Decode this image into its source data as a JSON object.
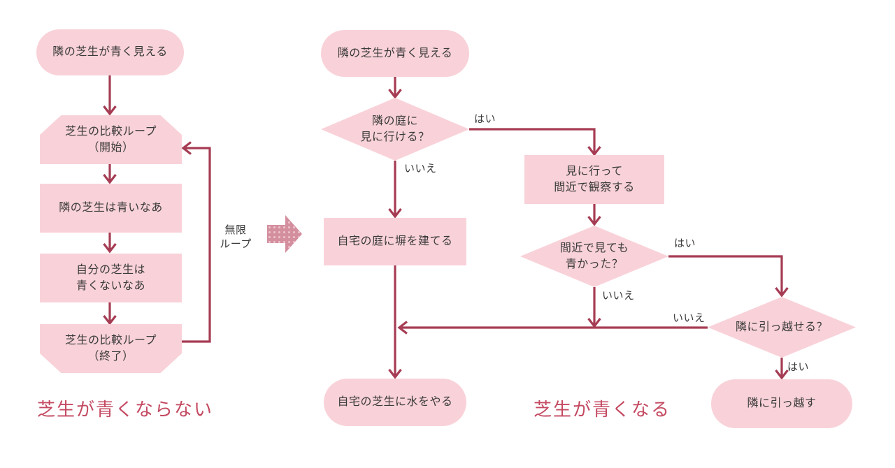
{
  "colors": {
    "node_fill": "#f9d2d9",
    "line": "#a63c53",
    "caption": "#c44a62",
    "node_text": "#3a3a3a",
    "big_arrow": "#d48f9e",
    "big_arrow_dot": "#ecc3cb"
  },
  "left_flow": {
    "caption": "芝生が青くならない",
    "infinite_loop_label": "無限\nループ",
    "nodes": {
      "start": "隣の芝生が青く見える",
      "loop_start": "芝生の比較ループ\n（開始）",
      "observe_neighbor": "隣の芝生は青いなあ",
      "observe_own": "自分の芝生は\n青くないなあ",
      "loop_end": "芝生の比較ループ\n（終了）"
    }
  },
  "right_flow": {
    "caption": "芝生が青くなる",
    "nodes": {
      "start": "隣の芝生が青く見える",
      "q_visit": "隣の庭に\n見に行ける？",
      "action_observe": "見に行って\n間近で観察する",
      "action_fence": "自宅の庭に塀を建てる",
      "q_still_green": "間近で見ても\n青かった？",
      "q_move": "隣に引っ越せる？",
      "action_water": "自宅の芝生に水をやる",
      "action_move": "隣に引っ越す"
    },
    "branch_labels": {
      "q_visit_yes": "はい",
      "q_visit_no": "いいえ",
      "q_still_green_yes": "はい",
      "q_still_green_no": "いいえ",
      "q_move_no": "いいえ",
      "q_move_yes": "はい"
    }
  }
}
